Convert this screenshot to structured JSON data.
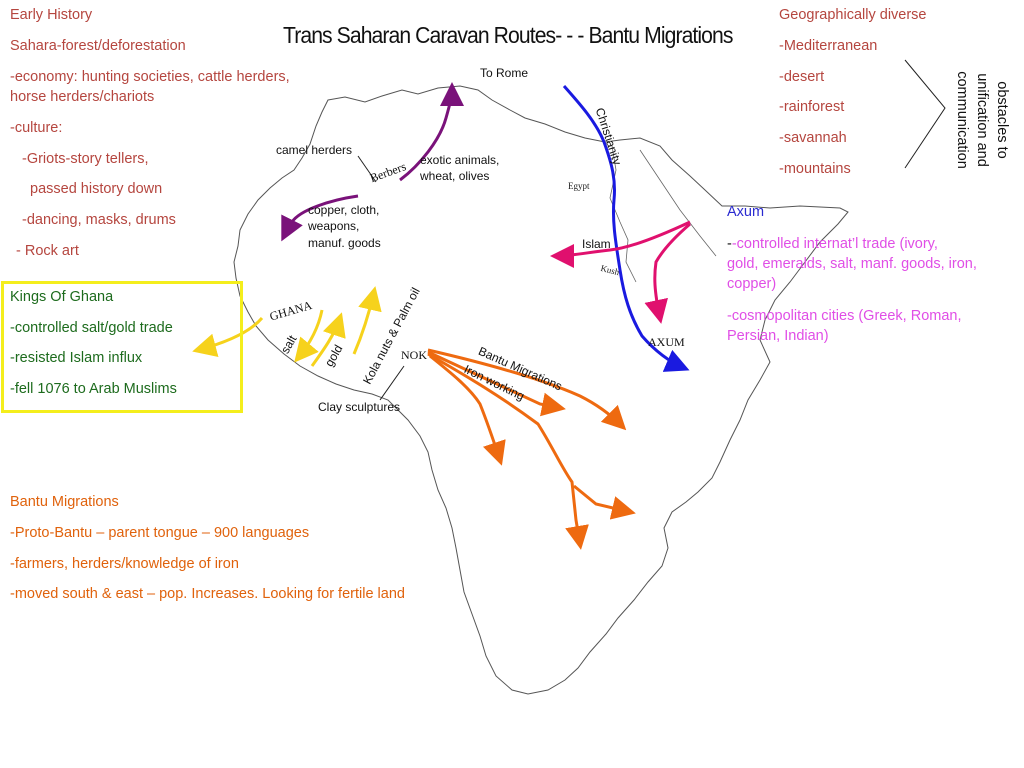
{
  "title": "Trans Saharan Caravan Routes- - - Bantu Migrations",
  "early_history": {
    "heading": "Early History",
    "items": [
      "Sahara-forest/deforestation",
      "-economy: hunting societies, cattle herders,",
      "horse herders/chariots",
      "-culture:",
      "-Griots-story tellers,",
      "passed history down",
      "-dancing, masks, drums",
      "- Rock art"
    ]
  },
  "ghana_box": {
    "heading": "Kings Of Ghana",
    "items": [
      "-controlled salt/gold trade",
      "-resisted Islam influx",
      "-fell 1076 to Arab Muslims"
    ]
  },
  "bantu": {
    "heading": "Bantu Migrations",
    "items": [
      "-Proto-Bantu – parent tongue – 900 languages",
      "-farmers, herders/knowledge of iron",
      "-moved south & east – pop. Increases. Looking for fertile land"
    ]
  },
  "geography": {
    "heading": "Geographically diverse",
    "items": [
      "-Mediterranean",
      "-desert",
      "-rainforest",
      "-savannah",
      "-mountains"
    ],
    "obstacles_line1": "obstacles to",
    "obstacles_line2": "unification and",
    "obstacles_line3": "communication"
  },
  "axum": {
    "heading": "Axum",
    "trade_prefix": "-",
    "trade_line1": "-controlled internat’l trade (ivory,",
    "trade_line2": "gold, emeralds, salt, manf. goods, iron,",
    "trade_line3": "copper)",
    "cities_line1": "-cosmopolitan cities (Greek, Roman,",
    "cities_line2": "Persian, Indian)"
  },
  "map_labels": {
    "to_rome": "To Rome",
    "camel_herders": "camel herders",
    "berbers": "Berbers",
    "exotic_line1": "exotic animals,",
    "exotic_line2": "wheat, olives",
    "copper_line1": "copper, cloth,",
    "copper_line2": "weapons,",
    "copper_line3": "manuf. goods",
    "christianity": "Christianity",
    "egypt": "Egypt",
    "islam": "Islam",
    "kush": "Kush",
    "axum": "AXUM",
    "ghana": "GHANA",
    "salt": "salt",
    "gold": "gold",
    "kola": "Kola nuts & Palm oil",
    "nok": "NOK",
    "bantu_migrations": "Bantu Migrations",
    "iron_working": "Iron working",
    "clay_sculptures": "Clay sculptures"
  },
  "colors": {
    "text_red": "#b5463f",
    "text_green": "#1d6b1d",
    "text_orange": "#e0620c",
    "text_blue": "#2a2ad0",
    "text_pink": "#e04ee6",
    "ghana_box_border": "#f4ee1c",
    "arrow_purple": "#7a127a",
    "arrow_yellow": "#f6d21c",
    "arrow_blue": "#1a1ae0",
    "arrow_pink": "#e0106e",
    "arrow_orange": "#ee6a10"
  }
}
